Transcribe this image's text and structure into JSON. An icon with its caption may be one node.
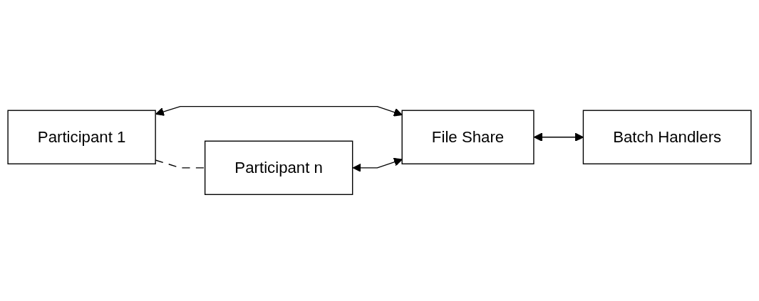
{
  "diagram": {
    "nodes": [
      {
        "text": [
          "Participant 1"
        ]
      },
      {
        "text": [
          "Participant n"
        ]
      },
      {
        "text": [
          "File Share"
        ]
      },
      {
        "text": [
          "Batch Handlers"
        ]
      }
    ],
    "edges": [
      {
        "from": 0,
        "to": 2,
        "arrow": "both"
      },
      {
        "from": 1,
        "to": 2,
        "arrow": "both"
      },
      {
        "from": 2,
        "to": 3,
        "arrow": "both"
      },
      {
        "from": 0,
        "to": 1,
        "arrow": "none",
        "style": "dashed"
      }
    ]
  }
}
